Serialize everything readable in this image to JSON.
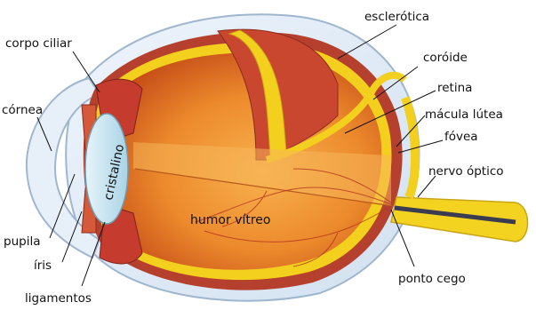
{
  "diagram": {
    "labels": {
      "esclerotica": "esclerótica",
      "corpo_ciliar": "corpo ciliar",
      "coroide": "coróide",
      "retina": "retina",
      "cornea": "córnea",
      "macula_lutea": "mácula lútea",
      "fovea": "fóvea",
      "nervo_optico": "nervo óptico",
      "cristalino": "cristalino",
      "humor_vitreo": "humor vítreo",
      "pupila": "pupila",
      "iris": "íris",
      "ligamentos": "ligamentos",
      "ponto_cego": "ponto cego"
    },
    "colors": {
      "sclera": "#dfeaf6",
      "sclera_edge": "#9fb6cf",
      "choroid": "#b5402e",
      "retina": "#f3cf1e",
      "vitreous_inner": "#f7a445",
      "vitreous_outer": "#d55a1a",
      "lens": "#bfe0ee",
      "ciliary": "#c53c2f",
      "optic_nerve": "#f4d320",
      "nerve_core": "#3b3b52"
    }
  }
}
